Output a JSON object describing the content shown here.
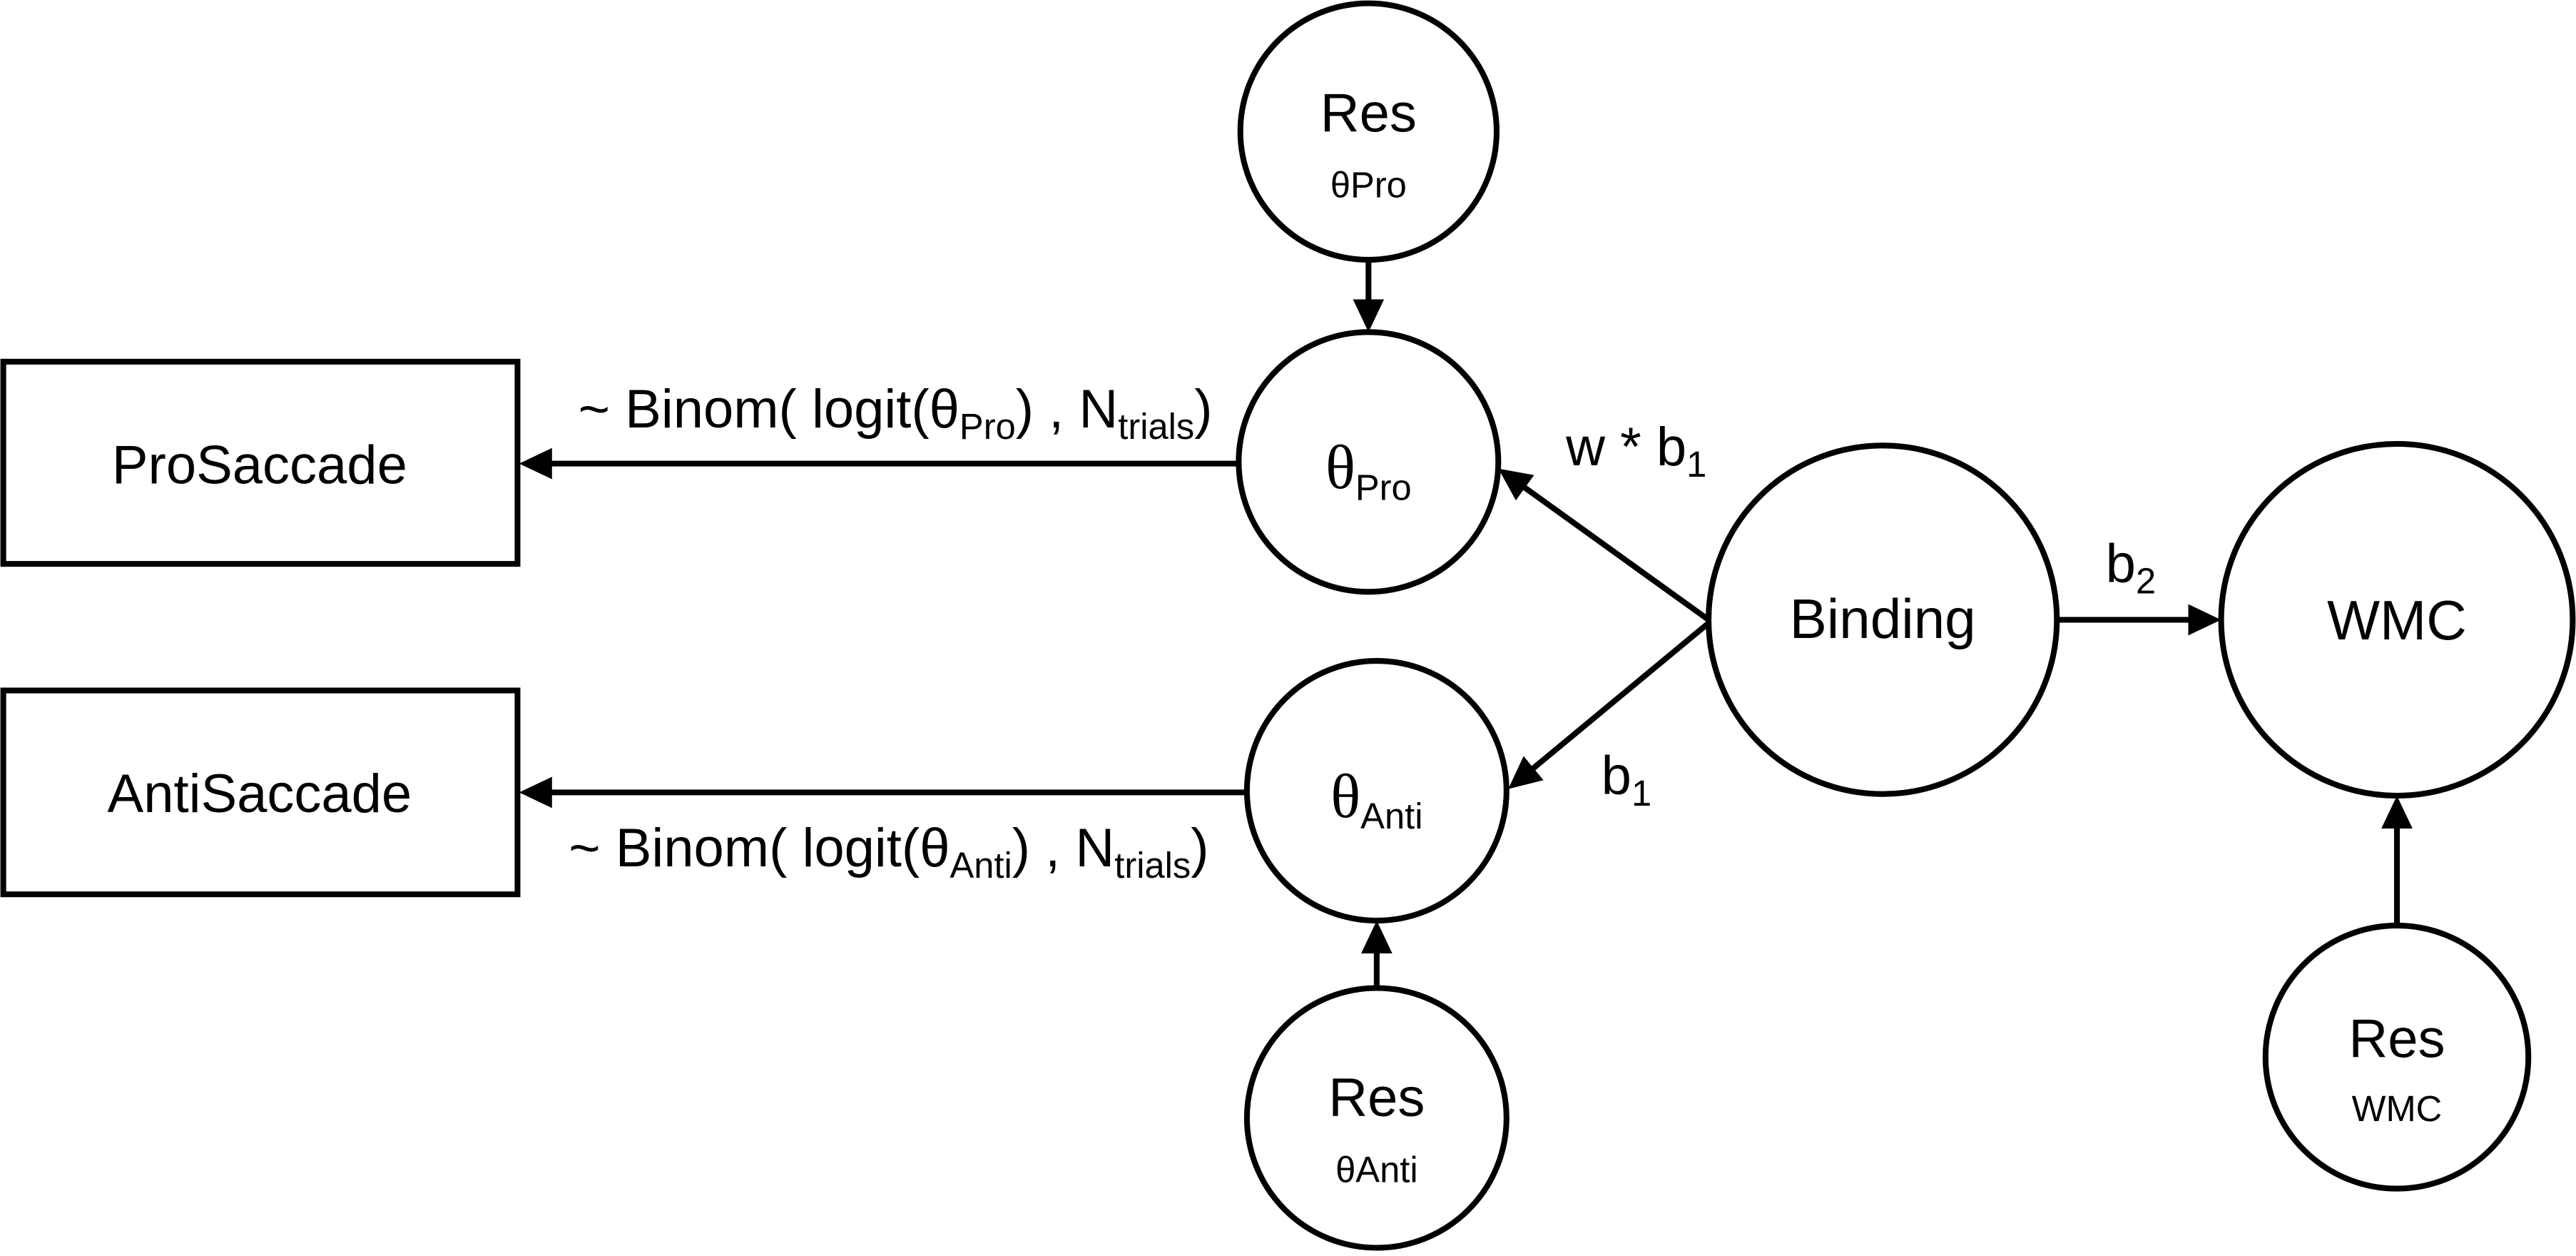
{
  "style": {
    "ink": "#000000",
    "background": "#ffffff"
  },
  "nodes": {
    "pro_saccade": {
      "label": "ProSaccade"
    },
    "anti_saccade": {
      "label": "AntiSaccade"
    },
    "res_theta_pro": {
      "label": "Res",
      "sublabel": "θPro"
    },
    "theta_pro": {
      "symbol": "θ",
      "subscript": "Pro"
    },
    "theta_anti": {
      "symbol": "θ",
      "subscript": "Anti"
    },
    "res_theta_anti": {
      "label": "Res",
      "sublabel": "θAnti"
    },
    "binding": {
      "label": "Binding"
    },
    "wmc": {
      "label": "WMC"
    },
    "res_wmc": {
      "label": "Res",
      "sublabel": "WMC"
    }
  },
  "edges": {
    "theta_pro_to_prosaccade": {
      "prefix": "~ Binom( logit(θ",
      "theta_sub": "Pro",
      "middle": ") , N",
      "n_sub": "trials",
      "suffix": ")"
    },
    "theta_anti_to_antisaccade": {
      "prefix": "~ Binom( logit(θ",
      "theta_sub": "Anti",
      "middle": ") , N",
      "n_sub": "trials",
      "suffix": ")"
    },
    "binding_to_theta_pro": {
      "label": "w * b",
      "sub": "1"
    },
    "binding_to_theta_anti": {
      "label": "b",
      "sub": "1"
    },
    "binding_to_wmc": {
      "label": "b",
      "sub": "2"
    }
  }
}
